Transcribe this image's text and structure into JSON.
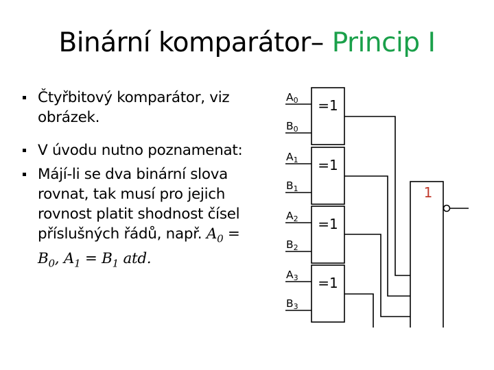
{
  "title": {
    "main": "Binární komparátor– ",
    "accent": "Princip I"
  },
  "colors": {
    "accent": "#1aa04a",
    "gate_label": "#c0392b"
  },
  "bullets": [
    "Čtyřbitový komparátor, viz obrázek.",
    "V úvodu nutno poznamenat:",
    "Májí-li se dva binární slova rovnat, tak musí pro jejich rovnost platit shodnost čísel příslušných řádů, např."
  ],
  "example_math": {
    "a0_eq": "A0 =",
    "b0_a1": "B0, A1 = B1",
    "atd": "atd."
  },
  "diagram": {
    "inputs": [
      "A0",
      "B0",
      "A1",
      "B1",
      "A2",
      "B2",
      "A3",
      "B3"
    ],
    "xor_label": "=1",
    "nor_label": "1"
  }
}
